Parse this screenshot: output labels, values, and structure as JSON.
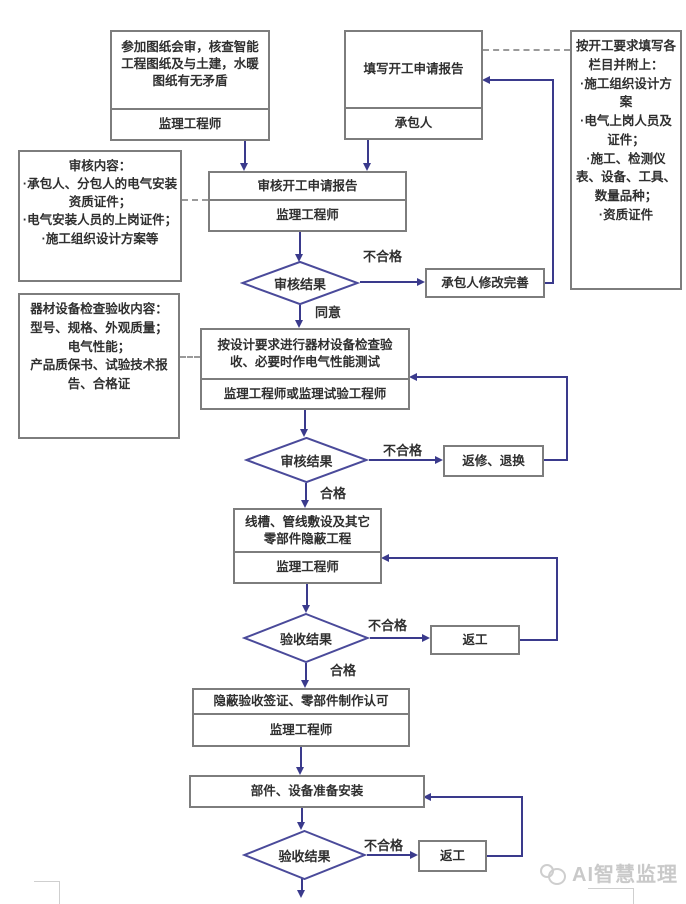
{
  "labels": {
    "fail": "不合格",
    "agree": "同意",
    "pass": "合格"
  },
  "watermark": {
    "text": "AI智慧监理"
  },
  "nodes": {
    "drawing_review": {
      "text": "参加图纸会审，核查智能工程图纸及与土建，水暖图纸有无矛盾",
      "staff": "监理工程师"
    },
    "apply_report": {
      "text": "填写开工申请报告",
      "staff": "承包人"
    },
    "start_requirements": {
      "lines": [
        "按开工要求填写各栏目并附上：",
        "·施工组织设计方案",
        "·电气上岗人员及证件；",
        "·施工、检测仪表、设备、工具、数量品种；",
        "·资质证件"
      ]
    },
    "review_criteria": {
      "lines": [
        "审核内容：",
        "·承包人、分包人的电气安装资质证件；",
        "·电气安装人员的上岗证件；",
        "·施工组织设计方案等"
      ]
    },
    "review_report": {
      "text": "审核开工申请报告",
      "staff": "监理工程师"
    },
    "decision_review_1": {
      "text": "审核结果"
    },
    "contractor_fix": {
      "text": "承包人修改完善"
    },
    "material_criteria": {
      "lines": [
        "器材设备检查验收内容：",
        "型号、规格、外观质量；",
        "电气性能；",
        "产品质保书、试验技术报告、合格证"
      ]
    },
    "material_inspect": {
      "text": "按设计要求进行器材设备检查验收、必要时作电气性能测试",
      "staff": "监理工程师或监理试验工程师"
    },
    "decision_review_2": {
      "text": "审核结果"
    },
    "repair_replace": {
      "text": "返修、退换"
    },
    "concealed_work": {
      "text": "线槽、管线敷设及其它零部件隐蔽工程",
      "staff": "监理工程师"
    },
    "decision_accept_1": {
      "text": "验收结果"
    },
    "rework_1": {
      "text": "返工"
    },
    "concealed_sign": {
      "text": "隐蔽验收签证、零部件制作认可",
      "staff": "监理工程师"
    },
    "prepare_install": {
      "text": "部件、设备准备安装"
    },
    "decision_accept_2": {
      "text": "验收结果"
    },
    "rework_2": {
      "text": "返工"
    }
  }
}
